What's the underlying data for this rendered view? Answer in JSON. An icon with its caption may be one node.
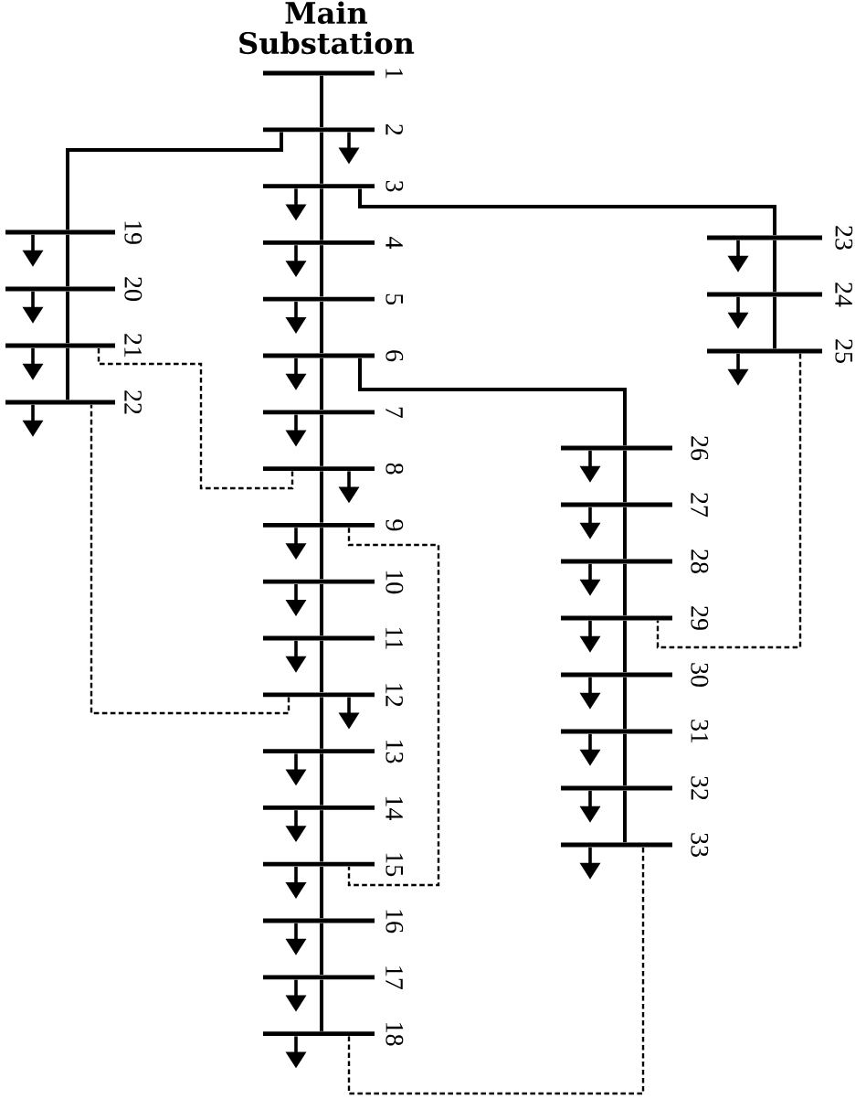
{
  "diagram": {
    "nodes": [
      {
        "text": [],
        "shape": "bar",
        "beside": [
          "1"
        ]
      },
      {
        "text": [],
        "shape": "bar",
        "beside": [
          "2"
        ]
      },
      {
        "text": [],
        "shape": "bar",
        "beside": [
          "3"
        ]
      },
      {
        "text": [],
        "shape": "bar",
        "beside": [
          "4"
        ]
      },
      {
        "text": [],
        "shape": "bar",
        "beside": [
          "5"
        ]
      },
      {
        "text": [],
        "shape": "bar",
        "beside": [
          "6"
        ]
      },
      {
        "text": [],
        "shape": "bar",
        "beside": [
          "7"
        ]
      },
      {
        "text": [],
        "shape": "bar",
        "beside": [
          "8"
        ]
      },
      {
        "text": [],
        "shape": "bar",
        "beside": [
          "9"
        ]
      },
      {
        "text": [],
        "shape": "bar",
        "beside": [
          "10"
        ]
      },
      {
        "text": [],
        "shape": "bar",
        "beside": [
          "11"
        ]
      },
      {
        "text": [],
        "shape": "bar",
        "beside": [
          "12"
        ]
      },
      {
        "text": [],
        "shape": "bar",
        "beside": [
          "13"
        ]
      },
      {
        "text": [],
        "shape": "bar",
        "beside": [
          "14"
        ]
      },
      {
        "text": [],
        "shape": "bar",
        "beside": [
          "15"
        ]
      },
      {
        "text": [],
        "shape": "bar",
        "beside": [
          "16"
        ]
      },
      {
        "text": [],
        "shape": "bar",
        "beside": [
          "17"
        ]
      },
      {
        "text": [],
        "shape": "bar",
        "beside": [
          "18"
        ]
      },
      {
        "text": [],
        "shape": "bar",
        "beside": [
          "19"
        ]
      },
      {
        "text": [],
        "shape": "bar",
        "beside": [
          "20"
        ]
      },
      {
        "text": [],
        "shape": "bar",
        "beside": [
          "21"
        ]
      },
      {
        "text": [],
        "shape": "bar",
        "beside": [
          "22"
        ]
      },
      {
        "text": [],
        "shape": "bar",
        "beside": [
          "23"
        ]
      },
      {
        "text": [],
        "shape": "bar",
        "beside": [
          "24"
        ]
      },
      {
        "text": [],
        "shape": "bar",
        "beside": [
          "25"
        ]
      },
      {
        "text": [],
        "shape": "bar",
        "beside": [
          "26"
        ]
      },
      {
        "text": [],
        "shape": "bar",
        "beside": [
          "27"
        ]
      },
      {
        "text": [],
        "shape": "bar",
        "beside": [
          "28"
        ]
      },
      {
        "text": [],
        "shape": "bar",
        "beside": [
          "29"
        ]
      },
      {
        "text": [],
        "shape": "bar",
        "beside": [
          "30"
        ]
      },
      {
        "text": [],
        "shape": "bar",
        "beside": [
          "31"
        ]
      },
      {
        "text": [],
        "shape": "bar",
        "beside": [
          "32"
        ]
      },
      {
        "text": [],
        "shape": "bar",
        "beside": [
          "33"
        ]
      }
    ],
    "edges": [
      {
        "from": 0,
        "to": 1,
        "arrow": "none"
      },
      {
        "from": 1,
        "to": 2,
        "arrow": "none"
      },
      {
        "from": 2,
        "to": 3,
        "arrow": "none"
      },
      {
        "from": 3,
        "to": 4,
        "arrow": "none"
      },
      {
        "from": 4,
        "to": 5,
        "arrow": "none"
      },
      {
        "from": 5,
        "to": 6,
        "arrow": "none"
      },
      {
        "from": 6,
        "to": 7,
        "arrow": "none"
      },
      {
        "from": 7,
        "to": 8,
        "arrow": "none"
      },
      {
        "from": 8,
        "to": 9,
        "arrow": "none"
      },
      {
        "from": 9,
        "to": 10,
        "arrow": "none"
      },
      {
        "from": 10,
        "to": 11,
        "arrow": "none"
      },
      {
        "from": 11,
        "to": 12,
        "arrow": "none"
      },
      {
        "from": 12,
        "to": 13,
        "arrow": "none"
      },
      {
        "from": 13,
        "to": 14,
        "arrow": "none"
      },
      {
        "from": 14,
        "to": 15,
        "arrow": "none"
      },
      {
        "from": 15,
        "to": 16,
        "arrow": "none"
      },
      {
        "from": 16,
        "to": 17,
        "arrow": "none"
      },
      {
        "from": 1,
        "to": 18,
        "arrow": "none"
      },
      {
        "from": 18,
        "to": 19,
        "arrow": "none"
      },
      {
        "from": 19,
        "to": 20,
        "arrow": "none"
      },
      {
        "from": 20,
        "to": 21,
        "arrow": "none"
      },
      {
        "from": 2,
        "to": 22,
        "arrow": "none"
      },
      {
        "from": 22,
        "to": 23,
        "arrow": "none"
      },
      {
        "from": 23,
        "to": 24,
        "arrow": "none"
      },
      {
        "from": 5,
        "to": 25,
        "arrow": "none"
      },
      {
        "from": 25,
        "to": 26,
        "arrow": "none"
      },
      {
        "from": 26,
        "to": 27,
        "arrow": "none"
      },
      {
        "from": 27,
        "to": 28,
        "arrow": "none"
      },
      {
        "from": 28,
        "to": 29,
        "arrow": "none"
      },
      {
        "from": 29,
        "to": 30,
        "arrow": "none"
      },
      {
        "from": 30,
        "to": 31,
        "arrow": "none"
      },
      {
        "from": 31,
        "to": 32,
        "arrow": "none"
      },
      {
        "from": 7,
        "to": 20,
        "arrow": "none",
        "style": "dashed"
      },
      {
        "from": 8,
        "to": 14,
        "arrow": "none",
        "style": "dashed"
      },
      {
        "from": 11,
        "to": 21,
        "arrow": "none",
        "style": "dashed"
      },
      {
        "from": 17,
        "to": 32,
        "arrow": "none",
        "style": "dashed"
      },
      {
        "from": 24,
        "to": 28,
        "arrow": "none",
        "style": "dashed"
      },
      {
        "from": 1,
        "to": null,
        "arrow": "to"
      },
      {
        "from": 2,
        "to": null,
        "arrow": "to"
      },
      {
        "from": 3,
        "to": null,
        "arrow": "to"
      },
      {
        "from": 4,
        "to": null,
        "arrow": "to"
      },
      {
        "from": 5,
        "to": null,
        "arrow": "to"
      },
      {
        "from": 6,
        "to": null,
        "arrow": "to"
      },
      {
        "from": 7,
        "to": null,
        "arrow": "to"
      },
      {
        "from": 8,
        "to": null,
        "arrow": "to"
      },
      {
        "from": 9,
        "to": null,
        "arrow": "to"
      },
      {
        "from": 10,
        "to": null,
        "arrow": "to"
      },
      {
        "from": 11,
        "to": null,
        "arrow": "to"
      },
      {
        "from": 12,
        "to": null,
        "arrow": "to"
      },
      {
        "from": 13,
        "to": null,
        "arrow": "to"
      },
      {
        "from": 14,
        "to": null,
        "arrow": "to"
      },
      {
        "from": 15,
        "to": null,
        "arrow": "to"
      },
      {
        "from": 16,
        "to": null,
        "arrow": "to"
      },
      {
        "from": 17,
        "to": null,
        "arrow": "to"
      },
      {
        "from": 18,
        "to": null,
        "arrow": "to"
      },
      {
        "from": 19,
        "to": null,
        "arrow": "to"
      },
      {
        "from": 20,
        "to": null,
        "arrow": "to"
      },
      {
        "from": 21,
        "to": null,
        "arrow": "to"
      },
      {
        "from": 22,
        "to": null,
        "arrow": "to"
      },
      {
        "from": 23,
        "to": null,
        "arrow": "to"
      },
      {
        "from": 24,
        "to": null,
        "arrow": "to"
      },
      {
        "from": 25,
        "to": null,
        "arrow": "to"
      },
      {
        "from": 26,
        "to": null,
        "arrow": "to"
      },
      {
        "from": 27,
        "to": null,
        "arrow": "to"
      },
      {
        "from": 28,
        "to": null,
        "arrow": "to"
      },
      {
        "from": 29,
        "to": null,
        "arrow": "to"
      },
      {
        "from": 30,
        "to": null,
        "arrow": "to"
      },
      {
        "from": 31,
        "to": null,
        "arrow": "to"
      },
      {
        "from": 32,
        "to": null,
        "arrow": "to"
      }
    ],
    "labels": [
      "Main Substation"
    ]
  }
}
